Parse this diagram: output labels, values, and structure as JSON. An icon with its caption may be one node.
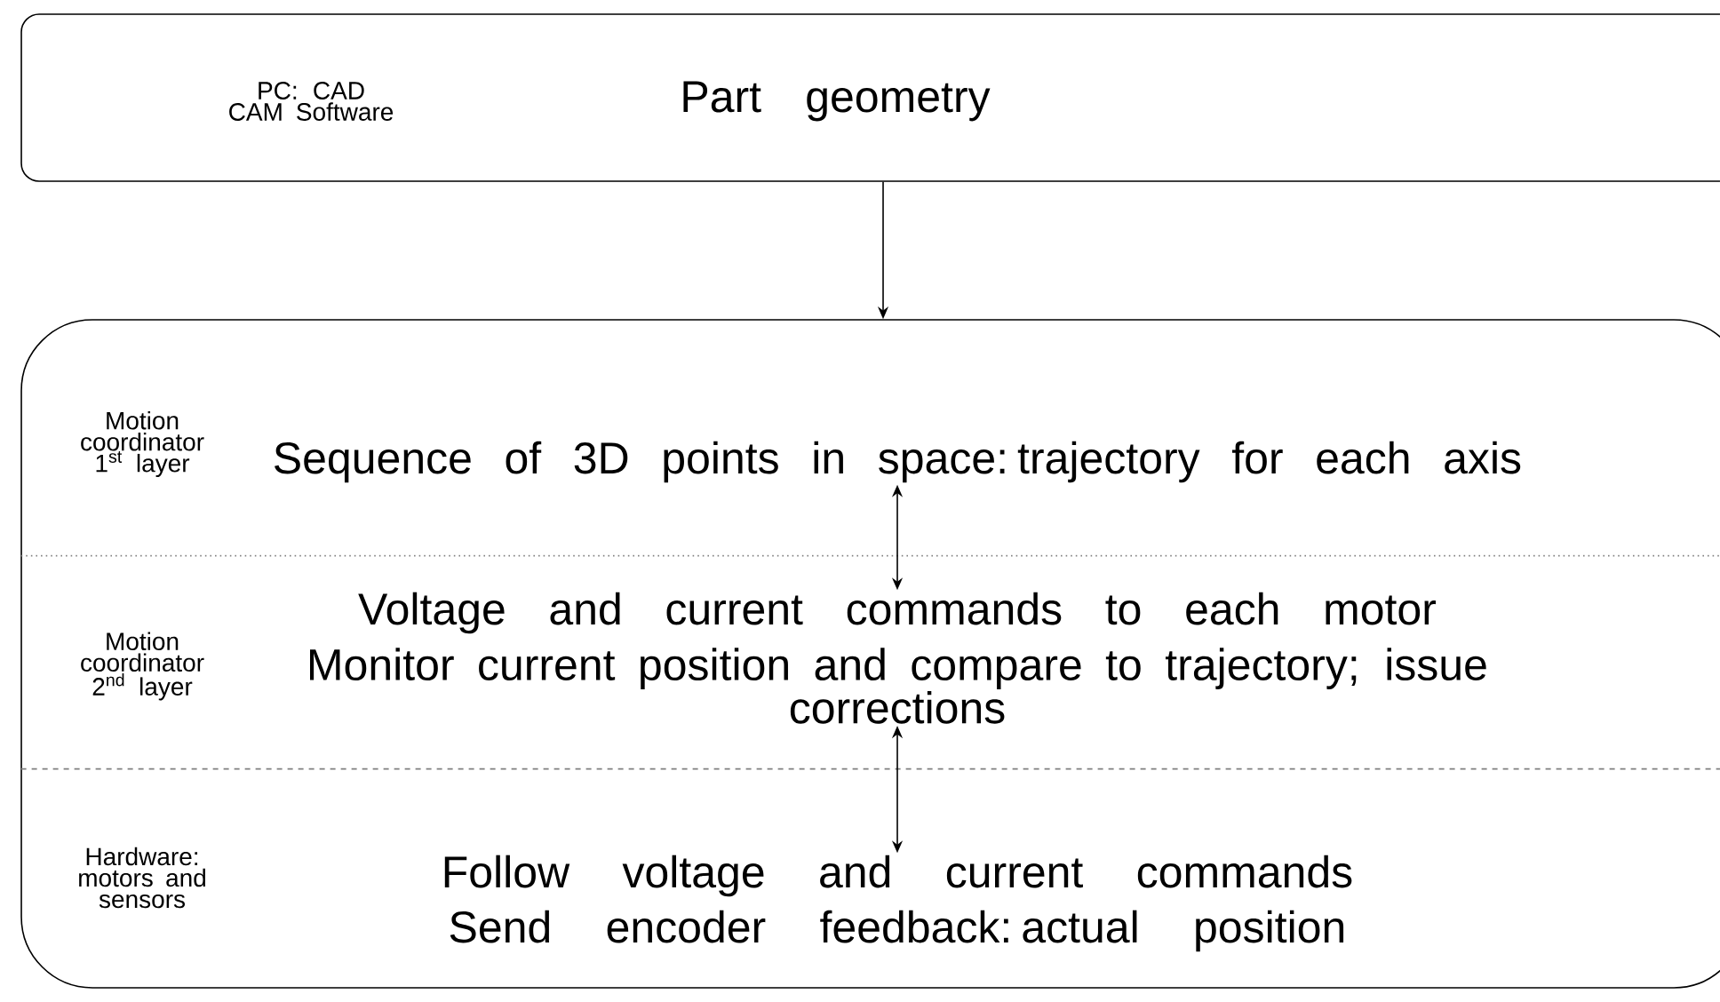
{
  "diagram": {
    "nodes": [
      {
        "text": [
          "PC: CAD CAM Software",
          "Part geometry"
        ]
      },
      {
        "text": [],
        "shape": "box"
      },
      {
        "text": [
          "Motion coordinator 1$^{st}$ layer",
          "Sequence of 3D points in space: trajectory for each axis"
        ],
        "in": 1
      },
      {
        "text": [
          "Motion coordinator 2$^{nd}$ layer",
          "Voltage and current commands to each motor",
          "Monitor current position and compare to trajectory; issue corrections"
        ],
        "in": 1
      },
      {
        "text": [
          "Hardware: motors and sensors",
          "Follow voltage and current commands",
          "Send encoder feedback: actual position"
        ],
        "in": 1
      }
    ],
    "edges": [
      {
        "from": 0,
        "to": 1,
        "arrow": "to"
      },
      {
        "from": 2,
        "to": 3,
        "arrow": "both"
      },
      {
        "from": 3,
        "to": 4,
        "arrow": "both"
      }
    ]
  }
}
